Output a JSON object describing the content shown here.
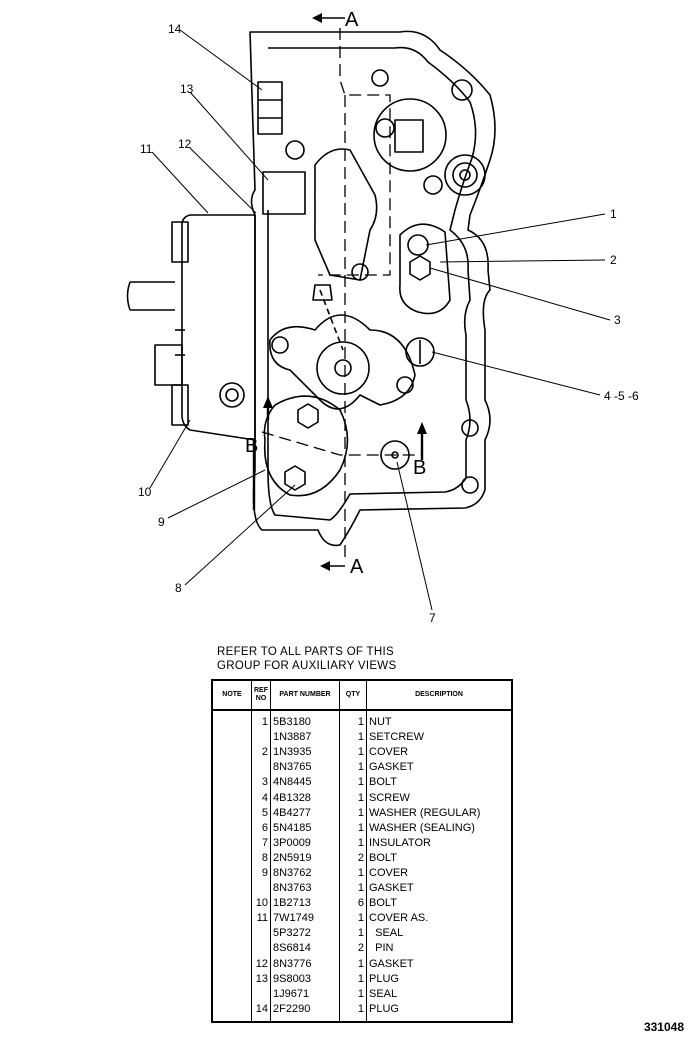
{
  "callouts": [
    "1",
    "2",
    "3",
    "4 -5 -6",
    "7",
    "8",
    "9",
    "10",
    "11",
    "12",
    "13",
    "14"
  ],
  "section_marks": {
    "a_top": "A",
    "a_bottom": "A",
    "b_left": "B",
    "b_right": "B"
  },
  "note": {
    "line1": "REFER TO ALL PARTS OF THIS",
    "line2": "GROUP FOR AUXILIARY VIEWS"
  },
  "table": {
    "headers": {
      "note": "NOTE",
      "ref": "REF NO",
      "part": "PART NUMBER",
      "qty": "QTY",
      "description": "DESCRIPTION"
    },
    "rows": [
      {
        "ref": "1",
        "part": "5B3180",
        "qty": "1",
        "desc": "NUT"
      },
      {
        "ref": "",
        "part": "1N3887",
        "qty": "1",
        "desc": "SETCREW"
      },
      {
        "ref": "2",
        "part": "1N3935",
        "qty": "1",
        "desc": "COVER"
      },
      {
        "ref": "",
        "part": "8N3765",
        "qty": "1",
        "desc": "GASKET"
      },
      {
        "ref": "3",
        "part": "4N8445",
        "qty": "1",
        "desc": "BOLT"
      },
      {
        "ref": "4",
        "part": "4B1328",
        "qty": "1",
        "desc": "SCREW"
      },
      {
        "ref": "5",
        "part": "4B4277",
        "qty": "1",
        "desc": "WASHER (REGULAR)"
      },
      {
        "ref": "6",
        "part": "5N4185",
        "qty": "1",
        "desc": "WASHER (SEALING)"
      },
      {
        "ref": "7",
        "part": "3P0009",
        "qty": "1",
        "desc": "INSULATOR"
      },
      {
        "ref": "8",
        "part": "2N5919",
        "qty": "2",
        "desc": "BOLT"
      },
      {
        "ref": "9",
        "part": "8N3762",
        "qty": "1",
        "desc": "COVER"
      },
      {
        "ref": "",
        "part": "8N3763",
        "qty": "1",
        "desc": "GASKET"
      },
      {
        "ref": "10",
        "part": "1B2713",
        "qty": "6",
        "desc": "BOLT"
      },
      {
        "ref": "11",
        "part": "7W1749",
        "qty": "1",
        "desc": "COVER AS."
      },
      {
        "ref": "",
        "part": "5P3272",
        "qty": "1",
        "desc": "  SEAL"
      },
      {
        "ref": "",
        "part": "8S6814",
        "qty": "2",
        "desc": "  PIN"
      },
      {
        "ref": "12",
        "part": "8N3776",
        "qty": "1",
        "desc": "GASKET"
      },
      {
        "ref": "13",
        "part": "9S8003",
        "qty": "1",
        "desc": "PLUG"
      },
      {
        "ref": "",
        "part": "1J9671",
        "qty": "1",
        "desc": "SEAL"
      },
      {
        "ref": "14",
        "part": "2F2290",
        "qty": "1",
        "desc": "PLUG"
      }
    ]
  },
  "figure_number": "331048"
}
